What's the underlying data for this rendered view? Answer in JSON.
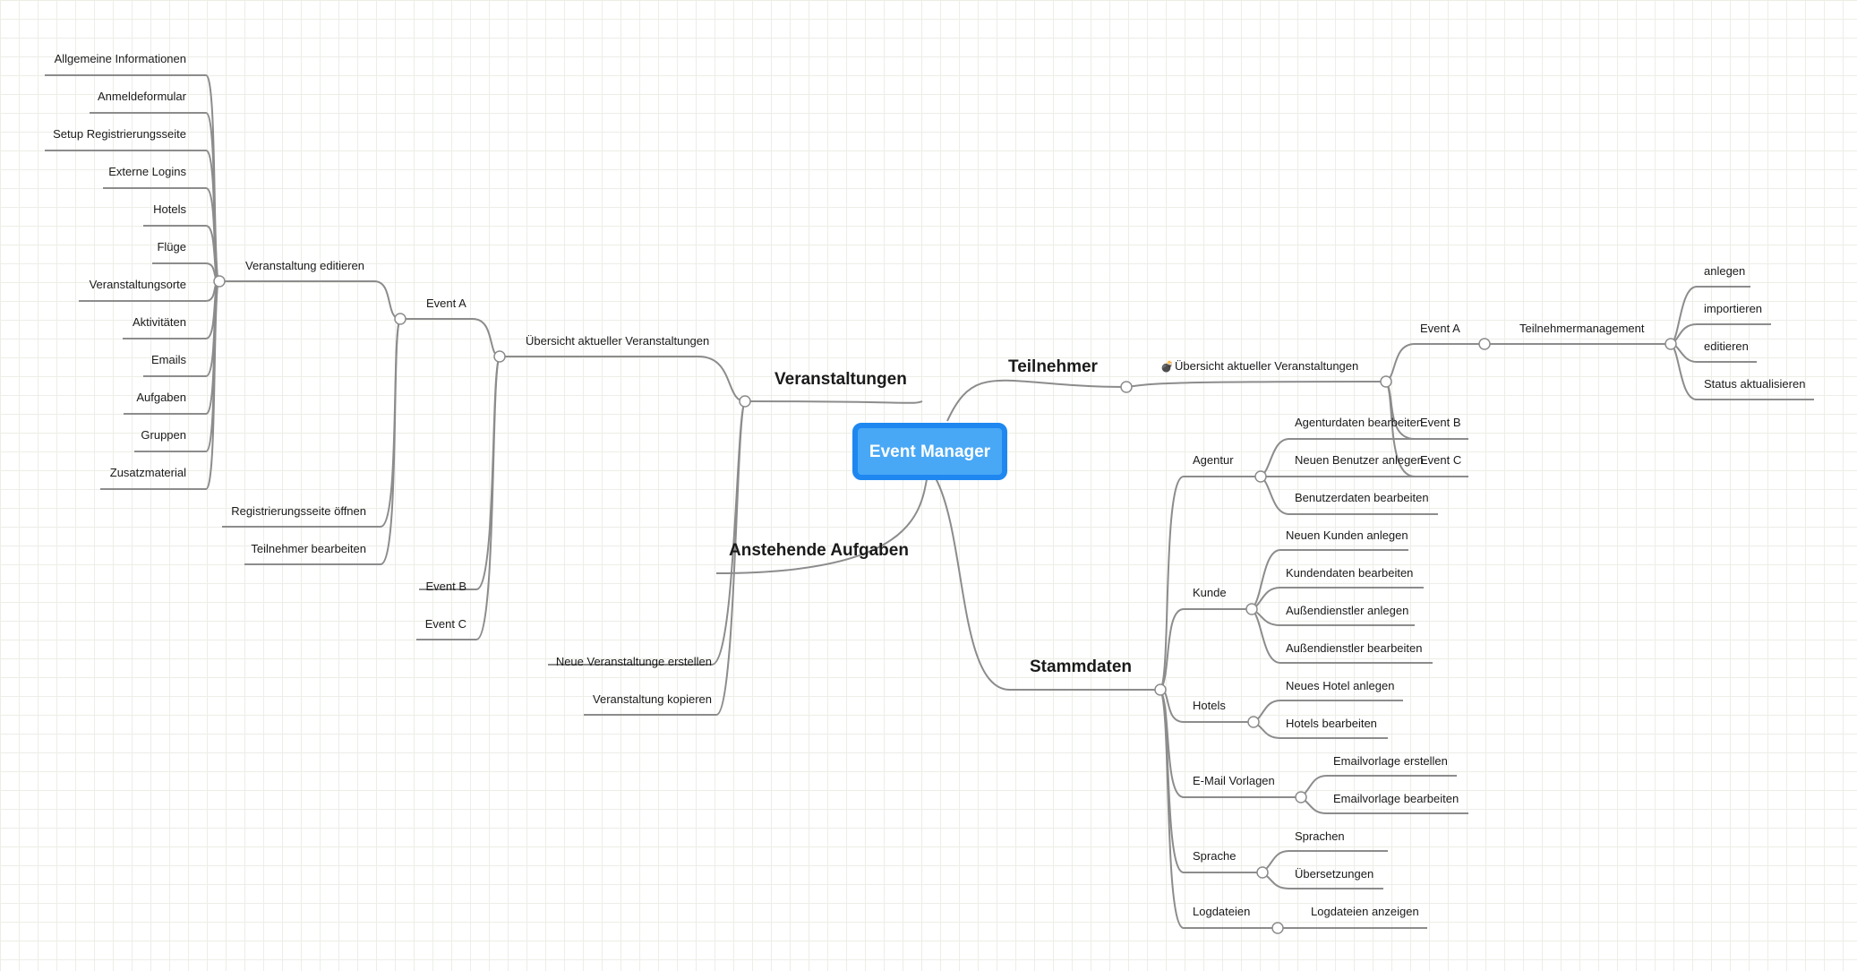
{
  "root": "Event Manager",
  "branches": {
    "veranstaltungen": {
      "label": "Veranstaltungen",
      "uebersicht": "Übersicht aktueller Veranstaltungen",
      "event_a": "Event A",
      "edit": "Veranstaltung editieren",
      "edit_items": [
        "Allgemeine Informationen",
        "Anmeldeformular",
        "Setup Registrierungsseite",
        "Externe Logins",
        "Hotels",
        "Flüge",
        "Veranstaltungsorte",
        "Aktivitäten",
        "Emails",
        "Aufgaben",
        "Gruppen",
        "Zusatzmaterial"
      ],
      "registration_open": "Registrierungsseite öffnen",
      "participants_edit": "Teilnehmer bearbeiten",
      "event_b": "Event B",
      "event_c": "Event C",
      "new_event": "Neue Veranstaltunge erstellen",
      "copy_event": "Veranstaltung kopieren"
    },
    "aufgaben": {
      "label": "Anstehende Aufgaben"
    },
    "teilnehmer": {
      "label": "Teilnehmer",
      "uebersicht": "Übersicht aktueller Veranstaltungen",
      "events": [
        "Event A",
        "Event B",
        "Event C"
      ],
      "management": "Teilnehmermanagement",
      "actions": [
        "anlegen",
        "importieren",
        "editieren",
        "Status aktualisieren"
      ]
    },
    "stammdaten": {
      "label": "Stammdaten",
      "groups": [
        {
          "name": "Agentur",
          "items": [
            "Agenturdaten bearbeiten",
            "Neuen Benutzer anlegen",
            "Benutzerdaten bearbeiten"
          ]
        },
        {
          "name": "Kunde",
          "items": [
            "Neuen Kunden anlegen",
            "Kundendaten bearbeiten",
            "Außendienstler anlegen",
            "Außendienstler bearbeiten"
          ]
        },
        {
          "name": "Hotels",
          "items": [
            "Neues Hotel anlegen",
            "Hotels bearbeiten"
          ]
        },
        {
          "name": "E-Mail Vorlagen",
          "items": [
            "Emailvorlage erstellen",
            "Emailvorlage bearbeiten"
          ]
        },
        {
          "name": "Sprache",
          "items": [
            "Sprachen",
            "Übersetzungen"
          ]
        },
        {
          "name": "Logdateien",
          "items": [
            "Logdateien anzeigen"
          ]
        }
      ]
    }
  },
  "colors": {
    "root_fill": "#49a8f5",
    "root_border": "#1e88f0",
    "line": "#8c8c8c",
    "grid": "#eceee6"
  },
  "icons": {
    "teilnehmer_overview": "bomb-icon"
  }
}
